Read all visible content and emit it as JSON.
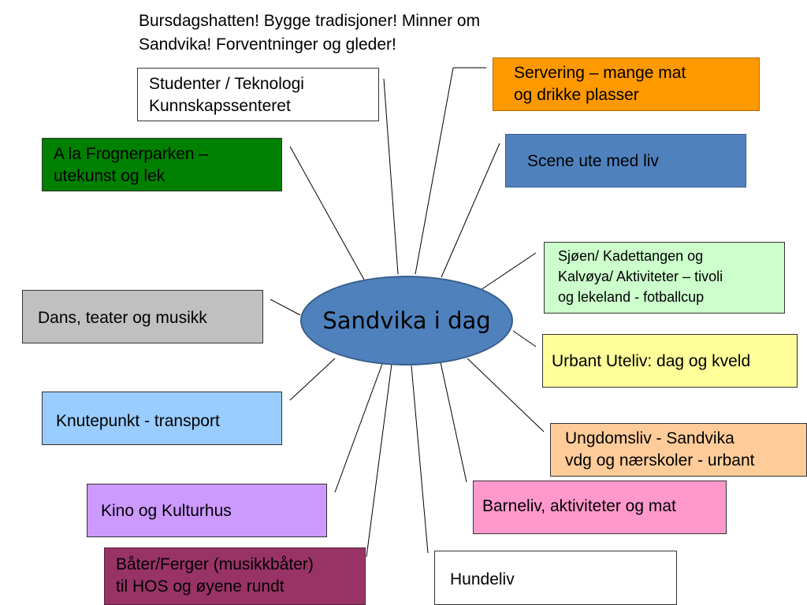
{
  "top_note": {
    "line1": "Bursdagshatten! Bygge tradisjoner! Minner om",
    "line2": "Sandvika! Forventninger og gleder!"
  },
  "hub": {
    "label": "Sandvika i dag",
    "color": "#4f81bd"
  },
  "boxes": {
    "studenter": {
      "line1": "Studenter / Teknologi",
      "line2": "Kunnskapssenteret",
      "color": "#ffffff"
    },
    "frognerparken": {
      "line1": "A la Frognerparken –",
      "line2": "utekunst og lek",
      "color": "#008000"
    },
    "dans": {
      "line1": "Dans, teater og musikk",
      "color": "#c0c0c0"
    },
    "knutepunkt": {
      "line1": "Knutepunkt - transport",
      "color": "#99ccff"
    },
    "kino": {
      "line1": "Kino og Kulturhus",
      "color": "#cc99ff"
    },
    "bater": {
      "line1": "Båter/Ferger (musikkbåter)",
      "line2": "til HOS og øyene rundt",
      "color": "#993366"
    },
    "hundeliv": {
      "line1": "Hundeliv",
      "color": "#ffffff"
    },
    "barneliv": {
      "line1": "Barneliv, aktiviteter og mat",
      "color": "#ff99cc"
    },
    "ungdomsliv": {
      "line1": "Ungdomsliv - Sandvika",
      "line2": "vdg og nærskoler - urbant",
      "color": "#ffcc99"
    },
    "uteliv": {
      "line1": "Urbant Uteliv: dag og kveld",
      "color": "#ffff99"
    },
    "sjoen": {
      "line1": "Sjøen/ Kadettangen og",
      "line2": "Kalvøya/ Aktiviteter – tivoli",
      "line3": "og lekeland - fotballcup",
      "color": "#ccffcc"
    },
    "scene": {
      "line1": "Scene ute med liv",
      "color": "#4f81bd"
    },
    "servering": {
      "line1": "Servering – mange mat",
      "line2": "og drikke plasser",
      "color": "#ff9900"
    }
  }
}
